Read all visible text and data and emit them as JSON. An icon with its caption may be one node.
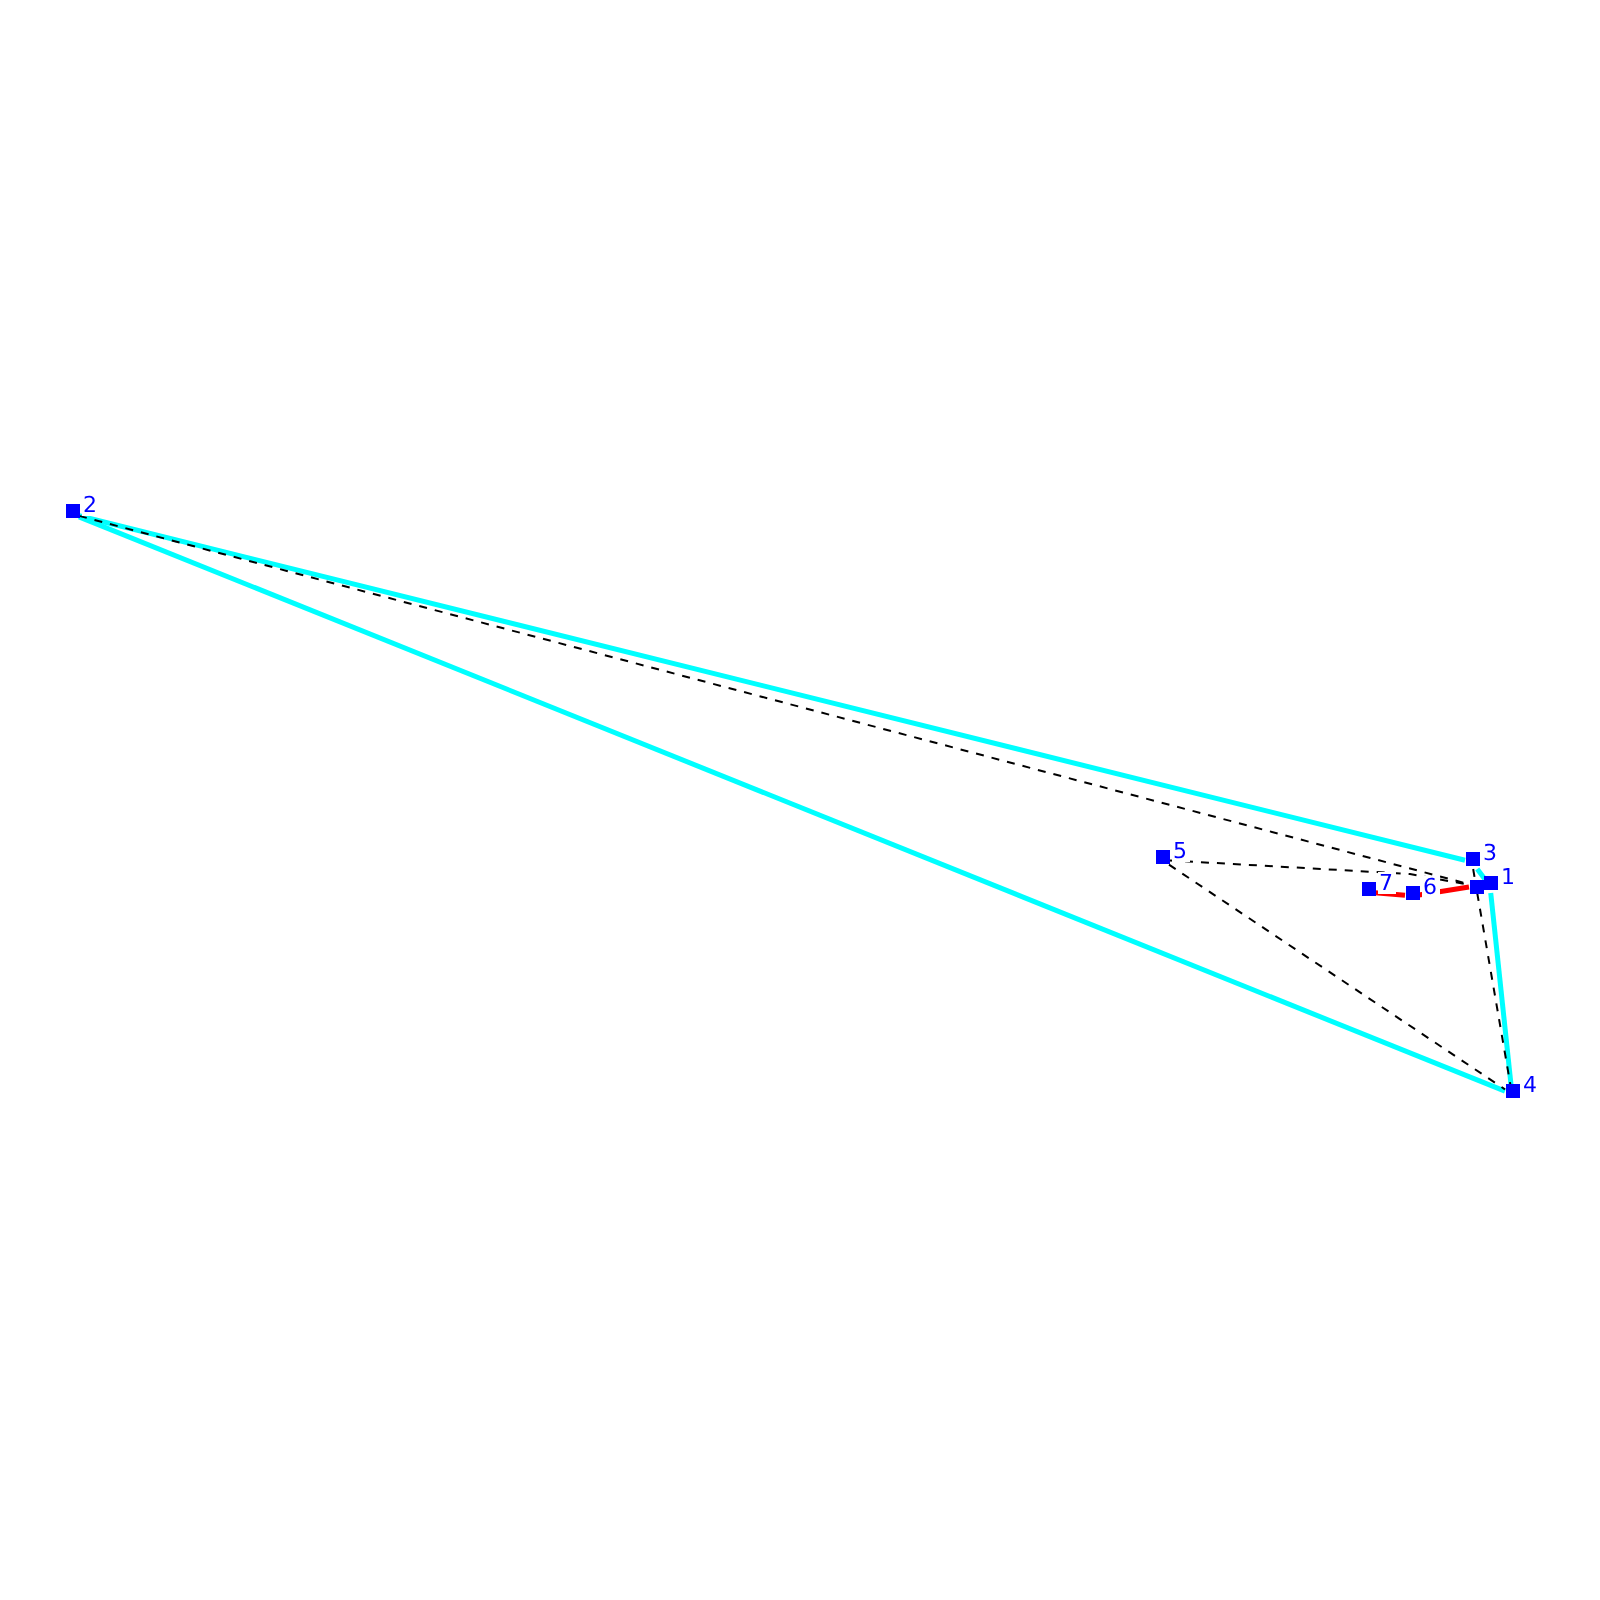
{
  "diagram": {
    "nodes": [
      {
        "text": [
          "1"
        ]
      },
      {
        "text": [
          "2"
        ]
      },
      {
        "text": [
          "3"
        ]
      },
      {
        "text": [
          "4"
        ]
      },
      {
        "text": [
          "5"
        ]
      },
      {
        "text": [
          "6"
        ]
      },
      {
        "text": [
          "7"
        ]
      },
      {
        "text": [],
        "shape": "box"
      }
    ],
    "edges": [
      {
        "from": 1,
        "to": 2,
        "arrow": "none",
        "color": "#00ffff"
      },
      {
        "from": 2,
        "to": 0,
        "arrow": "none",
        "color": "#00ffff"
      },
      {
        "from": 0,
        "to": 3,
        "arrow": "none",
        "color": "#00ffff"
      },
      {
        "from": 3,
        "to": 1,
        "arrow": "none",
        "color": "#00ffff"
      },
      {
        "from": 1,
        "to": 7,
        "arrow": "none",
        "style": "dashed"
      },
      {
        "from": 2,
        "to": 7,
        "arrow": "none",
        "style": "dashed"
      },
      {
        "from": 4,
        "to": 7,
        "arrow": "none",
        "style": "dashed"
      },
      {
        "from": 4,
        "to": 3,
        "arrow": "none",
        "style": "dashed"
      },
      {
        "from": 7,
        "to": 3,
        "arrow": "none",
        "style": "dashed"
      },
      {
        "from": 6,
        "to": 5,
        "arrow": "none",
        "color": "#ff0000"
      },
      {
        "from": 5,
        "to": 7,
        "arrow": "none",
        "color": "#ff0000"
      }
    ]
  }
}
